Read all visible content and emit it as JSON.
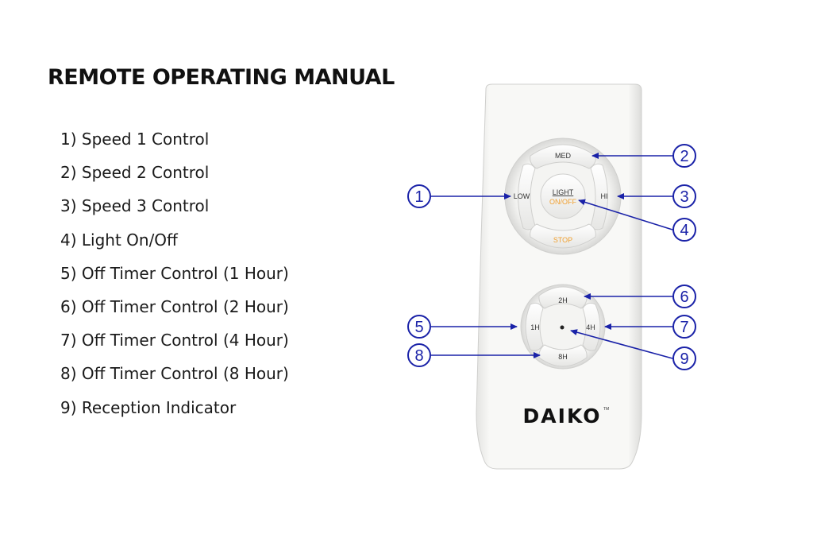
{
  "title": "REMOTE OPERATING MANUAL",
  "legend": [
    "1) Speed 1 Control",
    "2) Speed 2 Control",
    "3) Speed 3 Control",
    "4) Light On/Off",
    "5) Off Timer Control (1 Hour)",
    "6) Off Timer Control (2 Hour)",
    "7) Off Timer Control (4 Hour)",
    "8) Off Timer Control (8 Hour)",
    "9) Reception Indicator"
  ],
  "remote": {
    "buttons": {
      "med": "MED",
      "low": "LOW",
      "hi": "HI",
      "light_top": "LIGHT",
      "light_bottom": "ON/OFF",
      "stop": "STOP",
      "t2h": "2H",
      "t1h": "1H",
      "t4h": "4H",
      "t8h": "8H"
    },
    "brand": "DAIKO",
    "trademark": "TM"
  },
  "callouts": [
    "1",
    "2",
    "3",
    "4",
    "5",
    "6",
    "7",
    "8",
    "9"
  ],
  "colors": {
    "callout": "#1a22a8",
    "accent_orange": "#f0a030",
    "remote_body": "#f7f7f5"
  }
}
